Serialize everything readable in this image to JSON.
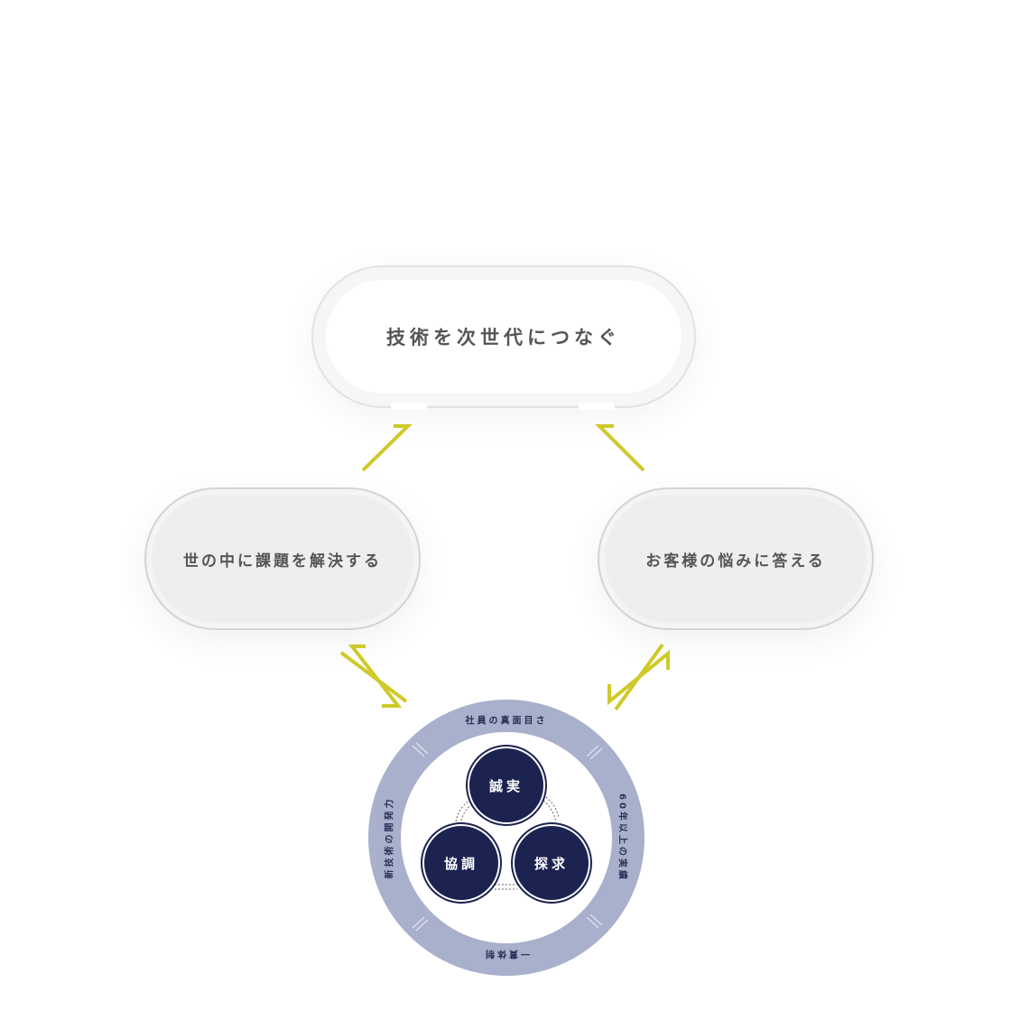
{
  "top_goal": "技術を次世代につなぐ",
  "left_goal": "世の中に課題を解決する",
  "right_goal": "お客様の悩みに答える",
  "values": [
    "誠実",
    "協調",
    "探求"
  ],
  "ring_labels": {
    "top": "社員の真面目さ",
    "right": "60年以上の実績",
    "bottom": "一貫体制",
    "left": "新技術の開発力"
  },
  "colors": {
    "arrow": "#cfc92a",
    "ring": "#a9b0cc",
    "navy": "#1c2350"
  }
}
